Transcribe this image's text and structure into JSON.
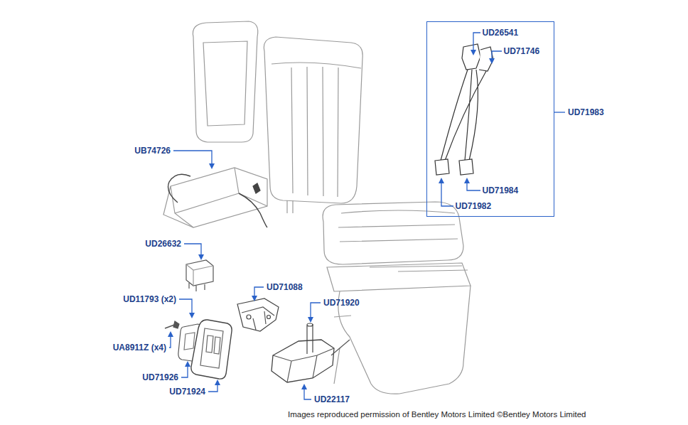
{
  "diagram": {
    "nodes": [
      {
        "text": [
          "UD26541",
          "UD71746",
          "UD71984",
          "UD71982"
        ]
      }
    ],
    "labels": [
      "UB74726",
      "UD26632",
      "UD71088",
      "UD11793 (x2)",
      "UD71920",
      "UA8911Z (x4)",
      "UD71926",
      "UD71924",
      "UD22117",
      "UD71983",
      "Images reproduced permission of Bentley Motors Limited ©Bentley Motors Limited"
    ]
  }
}
